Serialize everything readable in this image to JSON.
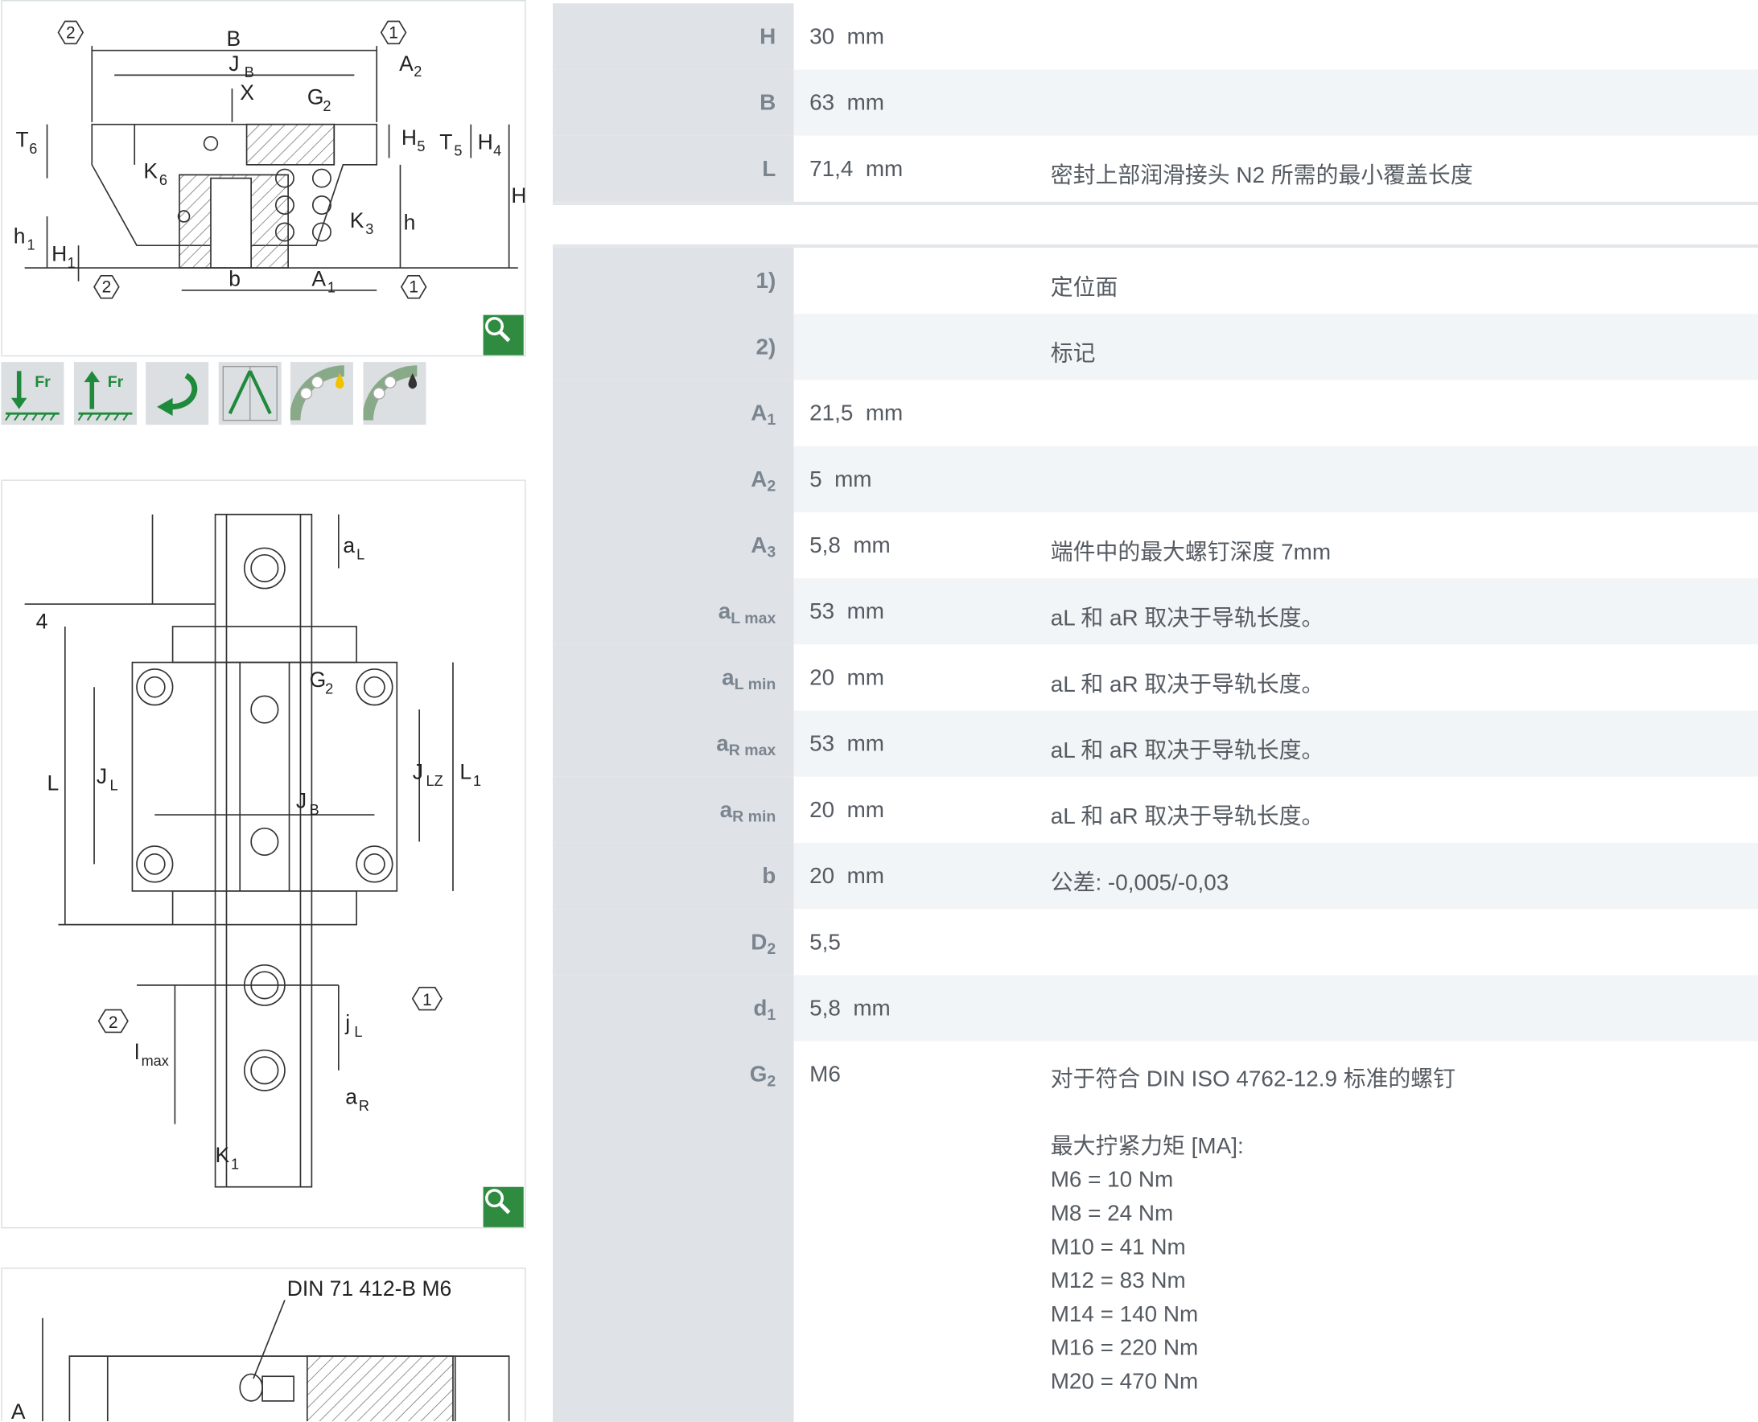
{
  "drawings": {
    "side_view": {
      "labels": {
        "B": "B",
        "JB": "J",
        "JB_sub": "B",
        "A2": "A",
        "A2_sub": "2",
        "X": "X",
        "G2": "G",
        "G2_sub": "2",
        "T6": "T",
        "T6_sub": "6",
        "H5": "H",
        "H5_sub": "5",
        "T5": "T",
        "T5_sub": "5",
        "H4": "H",
        "H4_sub": "4",
        "K6": "K",
        "K6_sub": "6",
        "K3": "K",
        "K3_sub": "3",
        "H": "H",
        "h": "h",
        "h1": "h",
        "h1_sub": "1",
        "H1": "H",
        "H1_sub": "1",
        "b": "b",
        "A1": "A",
        "A1_sub": "1",
        "callout1": "1",
        "callout2": "2"
      }
    },
    "top_view": {
      "labels": {
        "aL": "a",
        "aL_sub": "L",
        "four": "4",
        "G2": "G",
        "G2_sub": "2",
        "L": "L",
        "JL": "J",
        "JL_sub": "L",
        "JLZ": "J",
        "JLZ_sub": "LZ",
        "L1": "L",
        "L1_sub": "1",
        "JB": "J",
        "JB_sub": "B",
        "callout1": "1",
        "callout2": "2",
        "jL": "j",
        "jL_sub": "L",
        "lmax": "l",
        "lmax_sub": "max",
        "aR": "a",
        "aR_sub": "R",
        "K1": "K",
        "K1_sub": "1"
      }
    },
    "lube_view": {
      "caption": "DIN 71 412-B M6",
      "label_A": "A"
    }
  },
  "icon_tiles": [
    "load-down-icon",
    "load-up-icon",
    "moment-icon",
    "angle-icon",
    "oil-lubrication-icon",
    "grease-lubrication-icon"
  ],
  "block1": [
    {
      "label": "H",
      "sub": "",
      "value": "30  mm",
      "note": ""
    },
    {
      "label": "B",
      "sub": "",
      "value": "63  mm",
      "note": ""
    },
    {
      "label": "L",
      "sub": "",
      "value": "71,4  mm",
      "note": "密封上部润滑接头 N2 所需的最小覆盖长度"
    }
  ],
  "block2": [
    {
      "label": "1)",
      "sub": "",
      "value": "",
      "note": "定位面"
    },
    {
      "label": "2)",
      "sub": "",
      "value": "",
      "note": "标记"
    },
    {
      "label": "A",
      "sub": "1",
      "value": "21,5  mm",
      "note": ""
    },
    {
      "label": "A",
      "sub": "2",
      "value": "5  mm",
      "note": ""
    },
    {
      "label": "A",
      "sub": "3",
      "value": "5,8  mm",
      "note": "端件中的最大螺钉深度 7mm"
    },
    {
      "label": "a",
      "sub": "L max",
      "value": "53  mm",
      "note": "aL 和 aR 取决于导轨长度。"
    },
    {
      "label": "a",
      "sub": "L min",
      "value": "20  mm",
      "note": "aL 和 aR 取决于导轨长度。"
    },
    {
      "label": "a",
      "sub": "R max",
      "value": "53  mm",
      "note": "aL 和 aR 取决于导轨长度。"
    },
    {
      "label": "a",
      "sub": "R min",
      "value": "20  mm",
      "note": "aL 和 aR 取决于导轨长度。"
    },
    {
      "label": "b",
      "sub": "",
      "value": "20  mm",
      "note": "公差: -0,005/-0,03"
    },
    {
      "label": "D",
      "sub": "2",
      "value": "5,5",
      "note": ""
    },
    {
      "label": "d",
      "sub": "1",
      "value": "5,8  mm",
      "note": ""
    }
  ],
  "g2_row": {
    "label": "G",
    "sub": "2",
    "value": "M6",
    "lines": [
      "对于符合 DIN ISO 4762-12.9 标准的螺钉",
      "",
      "最大拧紧力矩 [MA]:",
      "M6 = 10 Nm",
      "M8 = 24 Nm",
      "M10 = 41 Nm",
      "M12 = 83 Nm",
      "M14 = 140 Nm",
      "M16 = 220 Nm",
      "M20 = 470 Nm"
    ]
  },
  "colors": {
    "zoom_green": "#2e8b3f",
    "label_bg": "#dfe3e7",
    "alt_row": "#f2f5f7",
    "icon_green": "#1f8a3b"
  }
}
